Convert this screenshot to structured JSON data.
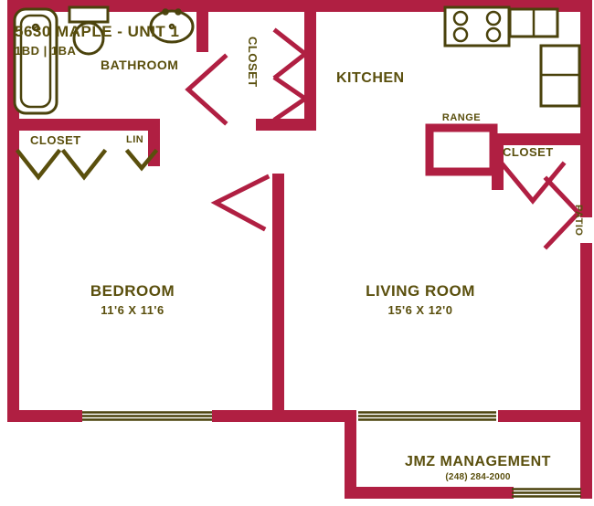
{
  "floorplan": {
    "title": "5630 MAPLE - UNIT 1",
    "subtitle": "1BD | 1BA",
    "labels": {
      "bathroom": "BATHROOM",
      "kitchen": "KITCHEN",
      "bedroom_closet": "CLOSET",
      "hall_closet": "CLOSET",
      "living_closet": "CLOSET",
      "linen": "LIN",
      "range": "RANGE",
      "patio": "PATIO"
    },
    "rooms": {
      "bedroom": {
        "name": "BEDROOM",
        "dimensions": "11'6 X 11'6"
      },
      "living_room": {
        "name": "LIVING ROOM",
        "dimensions": "15'6 X 12'0"
      }
    },
    "branding": {
      "company": "JMZ MANAGEMENT",
      "phone": "(248) 284-2000"
    },
    "colors": {
      "wall": "#b01f42",
      "text": "#5a4f0d",
      "fixture": "#4a420c"
    }
  }
}
